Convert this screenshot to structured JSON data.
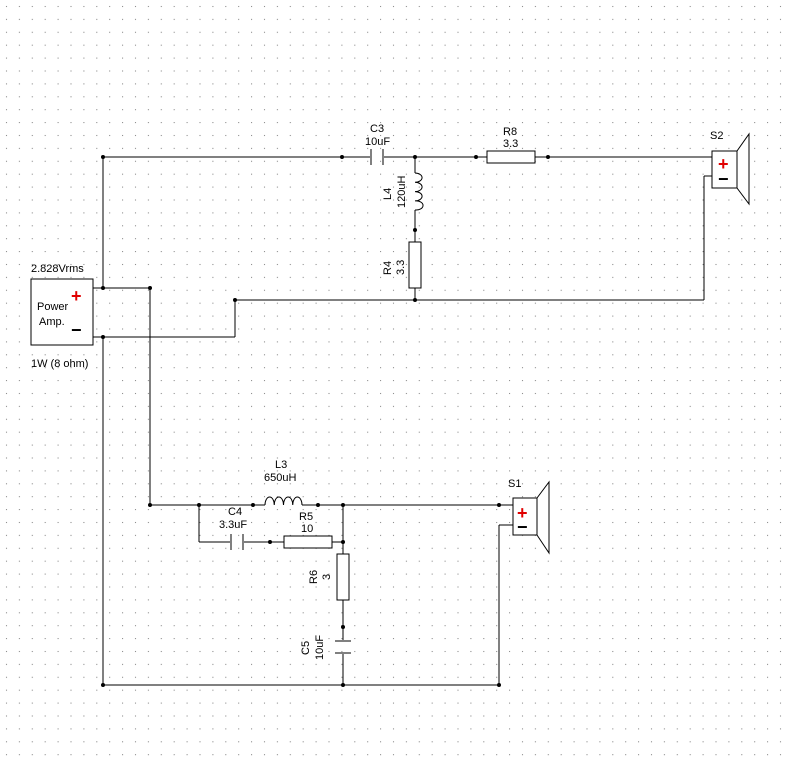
{
  "amplifier": {
    "voltage": "2.828Vrms",
    "name_line1": "Power",
    "name_line2": "Amp.",
    "power": "1W (8 ohm)",
    "plus": "+",
    "minus": "−"
  },
  "speakers": {
    "s1": {
      "name": "S1",
      "plus": "+",
      "minus": "−"
    },
    "s2": {
      "name": "S2",
      "plus": "+",
      "minus": "−"
    }
  },
  "components": {
    "C3": {
      "name": "C3",
      "value": "10uF"
    },
    "R8": {
      "name": "R8",
      "value": "3.3"
    },
    "L4": {
      "name": "L4",
      "value": "120uH"
    },
    "R4": {
      "name": "R4",
      "value": "3.3"
    },
    "L3": {
      "name": "L3",
      "value": "650uH"
    },
    "C4": {
      "name": "C4",
      "value": "3.3uF"
    },
    "R5": {
      "name": "R5",
      "value": "10"
    },
    "R6": {
      "name": "R6",
      "value": "3"
    },
    "C5": {
      "name": "C5",
      "value": "10uF"
    }
  }
}
